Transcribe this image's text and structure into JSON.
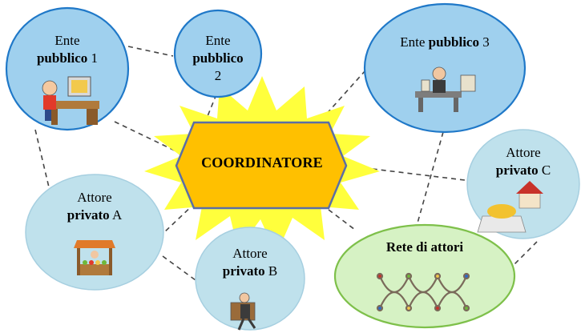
{
  "coordinator": {
    "label": "COORDINATORE"
  },
  "nodes": {
    "ente1": {
      "line1": "Ente",
      "bold": "pubblico",
      "suffix": " 1",
      "icon": "person-at-computer-icon"
    },
    "ente2": {
      "line1": "Ente",
      "bold": "pubblico",
      "suffix": "2",
      "icon": ""
    },
    "ente3": {
      "line1": "Ente ",
      "bold": "pubblico",
      "suffix": " 3",
      "icon": "office-worker-desk-icon"
    },
    "attoreA": {
      "line1": "Attore",
      "bold": "privato",
      "suffix": " A",
      "icon": "market-stall-icon"
    },
    "attoreB": {
      "line1": "Attore",
      "bold": "privato",
      "suffix": " B",
      "icon": "worker-carrying-load-icon"
    },
    "attoreC": {
      "line1": "Attore",
      "bold": "privato",
      "suffix": " C",
      "icon": "house-construction-icon"
    },
    "rete": {
      "label": "Rete di attori",
      "icon": "people-network-icon"
    }
  },
  "colors": {
    "ente_fill": "#9fd0ee",
    "ente_stroke": "#1f78c8",
    "attore_fill": "#bfe1ec",
    "attore_stroke": "#a6cfe0",
    "rete_fill": "#d6f2c4",
    "rete_stroke": "#7ec04a",
    "coord_fill": "#ffc000",
    "coord_stroke": "#5b6ea6",
    "star_fill": "#ffff3c",
    "link_color": "#444444"
  }
}
